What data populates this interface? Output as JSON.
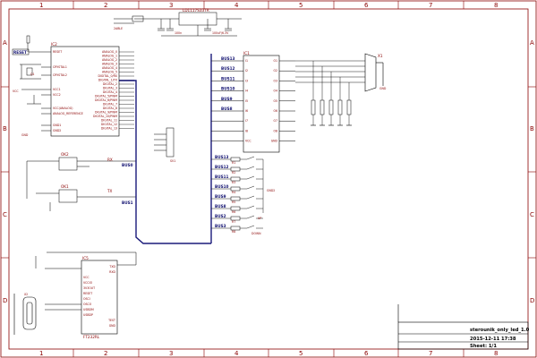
{
  "frame": {
    "columns": [
      "1",
      "2",
      "3",
      "4",
      "5",
      "6",
      "7",
      "8"
    ],
    "rows": [
      "A",
      "B",
      "C",
      "D"
    ]
  },
  "title_block": {
    "name": "sterounik_only_led_1.0",
    "date": "2015-12-11 17:38",
    "sheet": "Sheet: 1/1"
  },
  "parts": {
    "power_regulator": "LD1117S33TR",
    "power_cap_left": "100n",
    "power_cap_right": "100uF/6.3V",
    "battery_label": "2ABLE",
    "microcontroller": "IC2",
    "shift_register": "IC1",
    "usb_uart": "FT232RL",
    "usb_uart_ref": "IC5",
    "optocoupler_1": "OK1",
    "optocoupler_2": "OK2",
    "connector_db9": "X1",
    "connector_usb": "X2",
    "crystal": "Q1",
    "jumper": "SV1",
    "up_switch": "UP",
    "down_switch": "DOWN",
    "rx_label": "RX",
    "tx_label": "TX",
    "reset_label": "RESET",
    "vcc_label": "VCC",
    "gnd_label": "GND",
    "gnd2_label": "GND2",
    "crystal_1": "CRYSTAL1",
    "crystal_2": "CRYSTAL2"
  },
  "ic2_pins_left": [
    "RESET",
    "CRYSTAL1",
    "CRYSTAL2",
    "VCC1",
    "VCC2",
    "VCC(ANALOG)",
    "ANALOG_REFERENCE",
    "GND1",
    "GND2"
  ],
  "ic2_pins_right": [
    "ANALOG_0",
    "ANALOG_1",
    "ANALOG_2",
    "ANALOG_3",
    "ANALOG_4",
    "ANALOG_5",
    "DIGITAL_0/RX",
    "DIGITAL_1/TX",
    "DIGITAL_2",
    "DIGITAL_3",
    "DIGITAL_4",
    "DIGITAL_5/PWM",
    "DIGITAL_6/PWM",
    "DIGITAL_7",
    "DIGITAL_8",
    "DIGITAL_9/PWM",
    "DIGITAL_10/PWM",
    "DIGITAL_11",
    "DIGITAL_12",
    "DIGITAL_13"
  ],
  "ic1_pins_left": [
    "I1",
    "I2",
    "I3",
    "I4",
    "I5",
    "I6",
    "I7",
    "I8",
    "VCC"
  ],
  "ic1_pins_right": [
    "O1",
    "O2",
    "O3",
    "O4",
    "O5",
    "O6",
    "O7",
    "O8",
    "GND"
  ],
  "ft232_pins": [
    "TXD",
    "RXD",
    "VCC",
    "VCCIO",
    "3V3OUT",
    "RESET",
    "OSCI",
    "OSCO",
    "USBDM",
    "USBDP",
    "TEST",
    "GND"
  ],
  "bus_labels_top": [
    "BUS13",
    "BUS12",
    "BUS11",
    "BUS10",
    "BUS9",
    "BUS8"
  ],
  "bus_labels_mid": [
    "BUS13",
    "BUS12",
    "BUS11",
    "BUS10",
    "BUS9",
    "BUS8",
    "BUS2",
    "BUS3"
  ],
  "left_bus_labels": [
    "BUS0",
    "BUS1"
  ],
  "resistor_refs": [
    "R1",
    "R2",
    "R3",
    "R4",
    "R5",
    "R6",
    "R7",
    "R8"
  ]
}
